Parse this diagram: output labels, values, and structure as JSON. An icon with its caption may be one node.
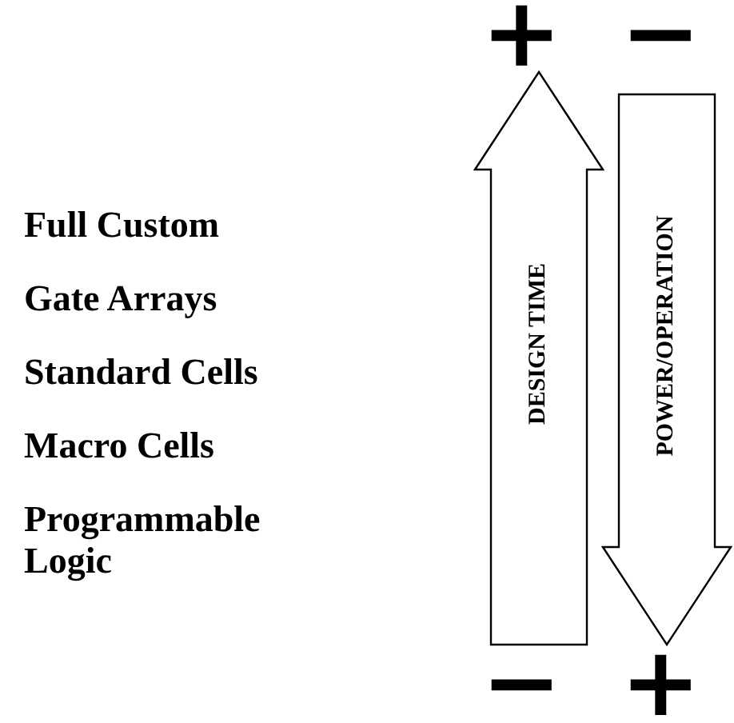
{
  "diagram": {
    "nodes": [
      {
        "text": [
          "DESIGN TIME"
        ]
      },
      {
        "text": [
          "POWER/OPERATION"
        ]
      }
    ],
    "labels": [
      "+",
      "−",
      "Full Custom",
      "Gate Arrays",
      "Standard Cells",
      "Macro Cells",
      "Programmable Logic",
      "−",
      "+"
    ]
  }
}
